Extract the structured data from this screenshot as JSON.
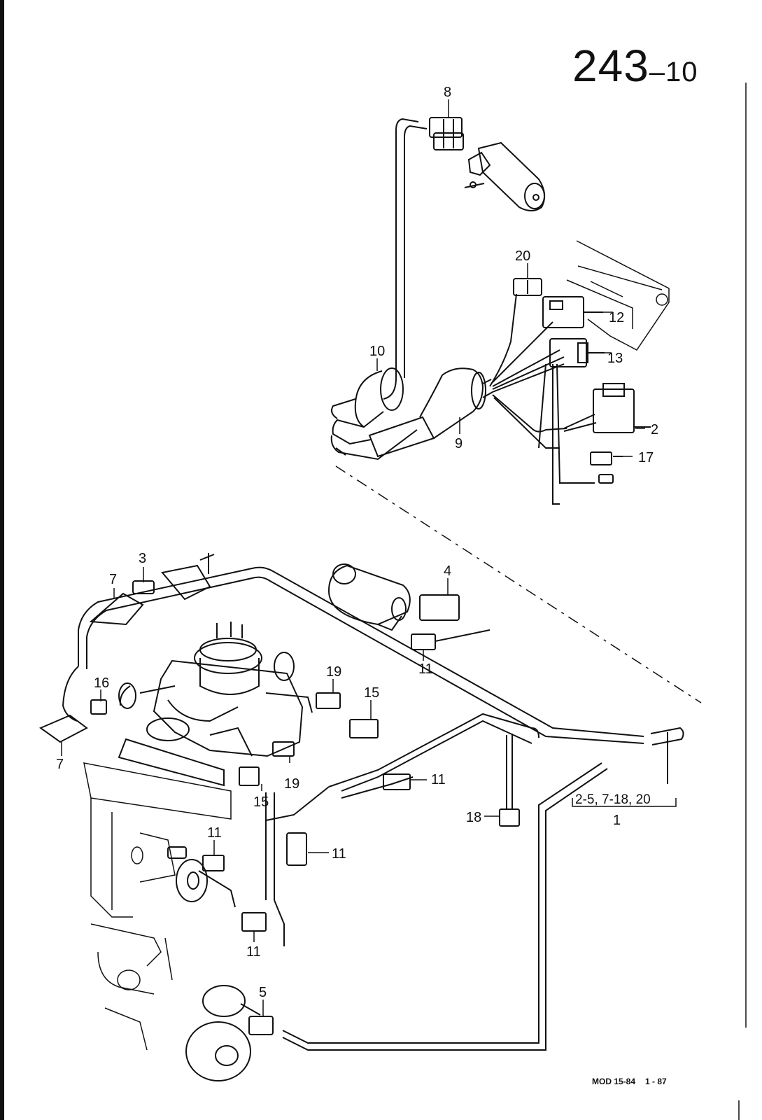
{
  "page": {
    "number_main": "243",
    "number_sub": "10",
    "footer_model": "MOD 15-84",
    "footer_date": "1 - 87"
  },
  "callouts": {
    "c1": "1",
    "c2": "2",
    "c3": "3",
    "c4": "4",
    "c5": "5",
    "c7a": "7",
    "c7b": "7",
    "c8": "8",
    "c9": "9",
    "c10": "10",
    "c11a": "11",
    "c11b": "11",
    "c11c": "11",
    "c11d": "11",
    "c11e": "11",
    "c12": "12",
    "c13": "13",
    "c15a": "15",
    "c15b": "15",
    "c16": "16",
    "c17": "17",
    "c18": "18",
    "c19a": "19",
    "c19b": "19",
    "c20": "20",
    "group_range": "2-5, 7-18, 20"
  }
}
